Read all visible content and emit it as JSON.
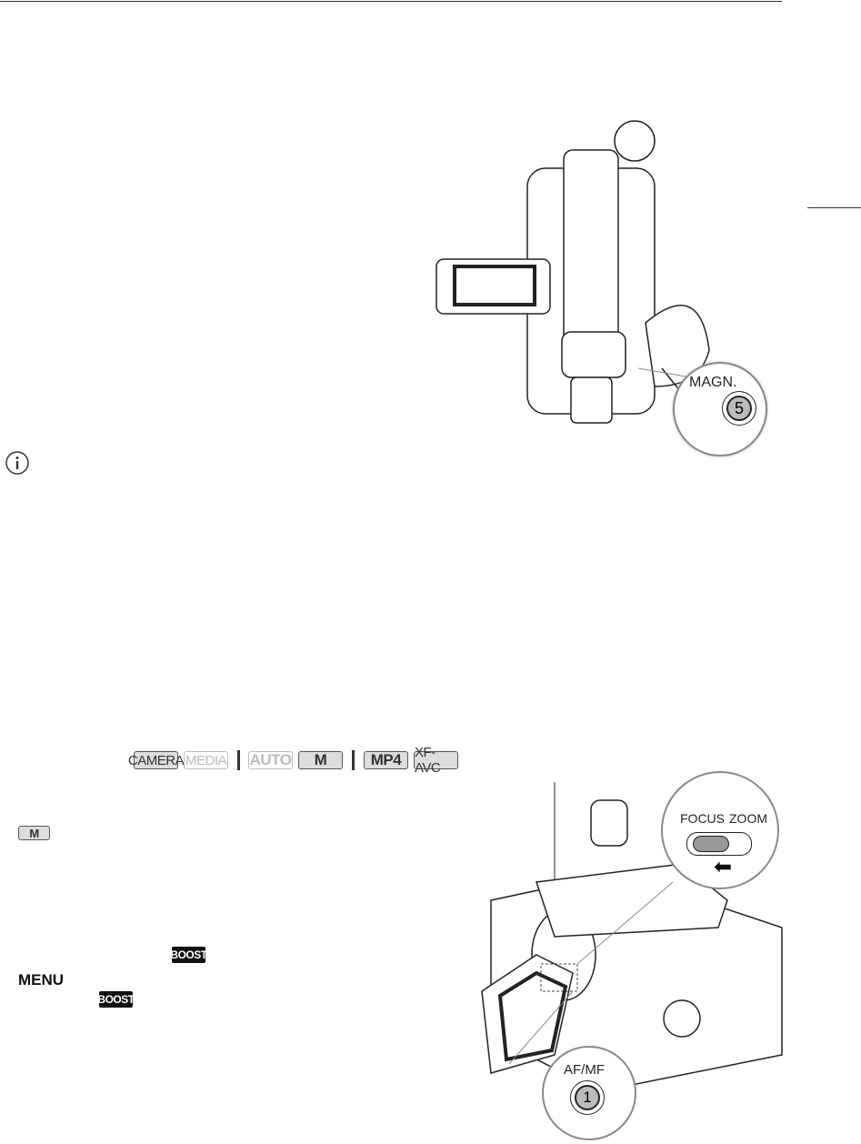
{
  "illustration_top": {
    "callout_label": "MAGN.",
    "button_number": "5"
  },
  "mode_badges": [
    {
      "label": "CAMERA",
      "active": true
    },
    {
      "label": "MEDIA",
      "active": false
    },
    {
      "label": "AUTO",
      "active": false
    },
    {
      "label": "M",
      "active": true
    },
    {
      "label": "MP4",
      "active": true
    },
    {
      "label": "XF-AVC",
      "active": true
    }
  ],
  "inline_icons": {
    "mode_m": "M",
    "boost_1": "BOOST",
    "menu": "MENU",
    "boost_2": "BOOST"
  },
  "illustration_bottom": {
    "focus_label": "FOCUS",
    "zoom_label": "ZOOM",
    "afmf_label": "AF/MF",
    "button_number": "1"
  },
  "icons": {
    "info": "info-icon",
    "arrow": "arrow-left-icon"
  }
}
